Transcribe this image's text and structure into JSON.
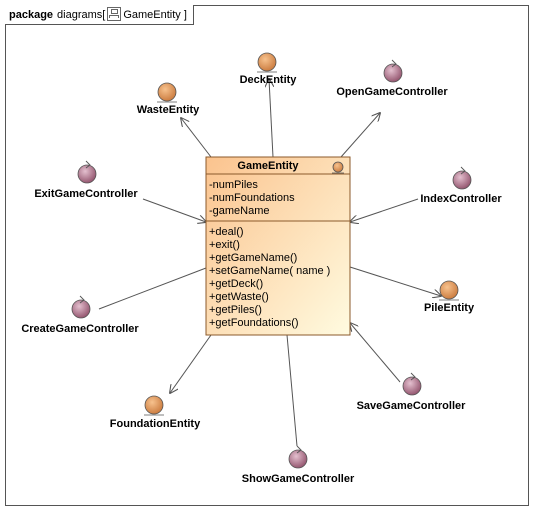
{
  "frame": {
    "keyword": "package",
    "name": "diagrams",
    "bracket_open": "[",
    "diagram_name": "GameEntity",
    "bracket_close": "]"
  },
  "main_class": {
    "name": "GameEntity",
    "attributes": [
      "-numPiles",
      "-numFoundations",
      "-gameName"
    ],
    "operations": [
      "+deal()",
      "+exit()",
      "+getGameName()",
      "+setGameName( name )",
      "+getDeck()",
      "+getWaste()",
      "+getPiles()",
      "+getFoundations()"
    ]
  },
  "nodes": [
    {
      "id": "deck",
      "label": "DeckEntity",
      "kind": "entity"
    },
    {
      "id": "waste",
      "label": "WasteEntity",
      "kind": "entity"
    },
    {
      "id": "open",
      "label": "OpenGameController",
      "kind": "control"
    },
    {
      "id": "exit",
      "label": "ExitGameController",
      "kind": "control"
    },
    {
      "id": "index",
      "label": "IndexController",
      "kind": "control"
    },
    {
      "id": "create",
      "label": "CreateGameController",
      "kind": "control"
    },
    {
      "id": "pile",
      "label": "PileEntity",
      "kind": "entity"
    },
    {
      "id": "save",
      "label": "SaveGameController",
      "kind": "control"
    },
    {
      "id": "foundation",
      "label": "FoundationEntity",
      "kind": "entity"
    },
    {
      "id": "show",
      "label": "ShowGameController",
      "kind": "control"
    }
  ],
  "colors": {
    "class_fill_top": "#fbc38e",
    "class_fill_bottom": "#fffbe0",
    "entity_fill": "#d98b4a",
    "control_fill": "#a8667f",
    "line": "#555555"
  },
  "icons": {
    "tab": "class-diagram-icon",
    "entity": "entity-icon",
    "control": "control-icon"
  }
}
